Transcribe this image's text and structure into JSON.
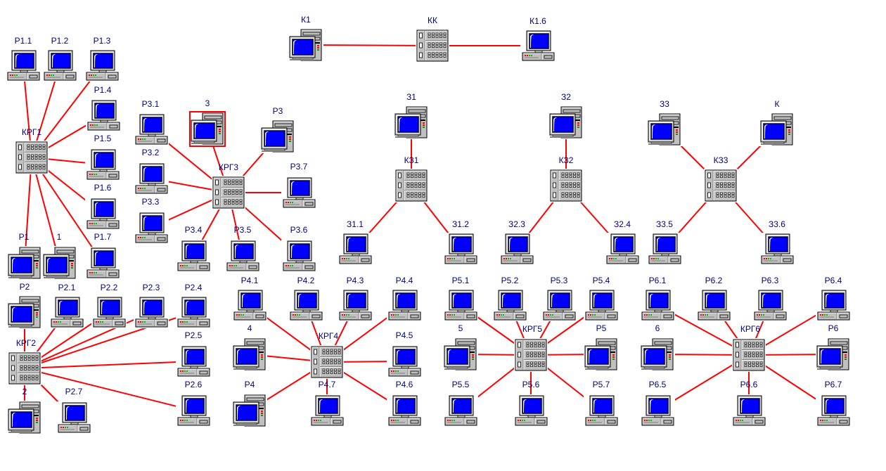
{
  "diagram": {
    "type": "network-topology",
    "link_color": "#ff0000",
    "label_color": "#000080",
    "screen_color": "#0000ff",
    "selection_color": "#ff0000",
    "selected_node": "3",
    "nodes": [
      {
        "id": "K1",
        "label": "К1",
        "kind": "tower"
      },
      {
        "id": "KK",
        "label": "КК",
        "kind": "hub"
      },
      {
        "id": "K1.6",
        "label": "К1.6",
        "kind": "desktop"
      },
      {
        "id": "P1.1",
        "label": "Р1.1",
        "kind": "desktop"
      },
      {
        "id": "P1.2",
        "label": "Р1.2",
        "kind": "desktop"
      },
      {
        "id": "P1.3",
        "label": "Р1.3",
        "kind": "desktop"
      },
      {
        "id": "P1.4",
        "label": "Р1.4",
        "kind": "desktop"
      },
      {
        "id": "P1.5",
        "label": "Р1.5",
        "kind": "desktop"
      },
      {
        "id": "P1.6",
        "label": "Р1.6",
        "kind": "desktop"
      },
      {
        "id": "P1.7",
        "label": "Р1.7",
        "kind": "desktop"
      },
      {
        "id": "KRG1",
        "label": "КРГ1",
        "kind": "hub"
      },
      {
        "id": "P1",
        "label": "Р1",
        "kind": "tower"
      },
      {
        "id": "1",
        "label": "1",
        "kind": "tower"
      },
      {
        "id": "P2",
        "label": "Р2",
        "kind": "tower"
      },
      {
        "id": "P2.1",
        "label": "Р2.1",
        "kind": "desktop"
      },
      {
        "id": "P2.2",
        "label": "Р2.2",
        "kind": "desktop"
      },
      {
        "id": "P2.3",
        "label": "Р2.3",
        "kind": "desktop"
      },
      {
        "id": "P2.4",
        "label": "Р2.4",
        "kind": "desktop"
      },
      {
        "id": "P2.5",
        "label": "Р2.5",
        "kind": "desktop"
      },
      {
        "id": "P2.6",
        "label": "Р2.6",
        "kind": "desktop"
      },
      {
        "id": "P2.7",
        "label": "Р2.7",
        "kind": "desktop"
      },
      {
        "id": "KRG2",
        "label": "КРГ2",
        "kind": "hub"
      },
      {
        "id": "2",
        "label": "2",
        "kind": "tower"
      },
      {
        "id": "P3.1",
        "label": "Р3.1",
        "kind": "desktop"
      },
      {
        "id": "P3.2",
        "label": "Р3.2",
        "kind": "desktop"
      },
      {
        "id": "P3.3",
        "label": "Р3.3",
        "kind": "desktop"
      },
      {
        "id": "P3.4",
        "label": "Р3.4",
        "kind": "desktop"
      },
      {
        "id": "P3.5",
        "label": "Р3.5",
        "kind": "desktop"
      },
      {
        "id": "P3.6",
        "label": "Р3.6",
        "kind": "desktop"
      },
      {
        "id": "P3.7",
        "label": "Р3.7",
        "kind": "desktop"
      },
      {
        "id": "3",
        "label": "3",
        "kind": "tower"
      },
      {
        "id": "P3",
        "label": "Р3",
        "kind": "tower"
      },
      {
        "id": "KRG3",
        "label": "КРГ3",
        "kind": "hub"
      },
      {
        "id": "Z1",
        "label": "З1",
        "kind": "tower"
      },
      {
        "id": "KZ1",
        "label": "КЗ1",
        "kind": "hub"
      },
      {
        "id": "Z1.1",
        "label": "З1.1",
        "kind": "desktop"
      },
      {
        "id": "Z1.2",
        "label": "З1.2",
        "kind": "desktop"
      },
      {
        "id": "Z2",
        "label": "З2",
        "kind": "tower"
      },
      {
        "id": "KZ2",
        "label": "КЗ2",
        "kind": "hub"
      },
      {
        "id": "Z2.3",
        "label": "З2.3",
        "kind": "desktop"
      },
      {
        "id": "Z2.4",
        "label": "З2.4",
        "kind": "desktop"
      },
      {
        "id": "Z3",
        "label": "З3",
        "kind": "tower"
      },
      {
        "id": "K",
        "label": "К",
        "kind": "tower"
      },
      {
        "id": "KZ3",
        "label": "КЗ3",
        "kind": "hub"
      },
      {
        "id": "Z3.5",
        "label": "З3.5",
        "kind": "desktop"
      },
      {
        "id": "Z3.6",
        "label": "З3.6",
        "kind": "desktop"
      },
      {
        "id": "P4.1",
        "label": "Р4.1",
        "kind": "desktop"
      },
      {
        "id": "P4.2",
        "label": "Р4.2",
        "kind": "desktop"
      },
      {
        "id": "P4.3",
        "label": "Р4.3",
        "kind": "desktop"
      },
      {
        "id": "P4.4",
        "label": "Р4.4",
        "kind": "desktop"
      },
      {
        "id": "4",
        "label": "4",
        "kind": "tower"
      },
      {
        "id": "KRG4",
        "label": "КРГ4",
        "kind": "hub"
      },
      {
        "id": "P4.5",
        "label": "Р4.5",
        "kind": "desktop"
      },
      {
        "id": "P4",
        "label": "Р4",
        "kind": "tower"
      },
      {
        "id": "P4.7",
        "label": "Р4.7",
        "kind": "desktop"
      },
      {
        "id": "P4.6",
        "label": "Р4.6",
        "kind": "desktop"
      },
      {
        "id": "P5.1",
        "label": "Р5.1",
        "kind": "desktop"
      },
      {
        "id": "P5.2",
        "label": "Р5.2",
        "kind": "desktop"
      },
      {
        "id": "P5.3",
        "label": "Р5.3",
        "kind": "desktop"
      },
      {
        "id": "P5.4",
        "label": "Р5.4",
        "kind": "desktop"
      },
      {
        "id": "5",
        "label": "5",
        "kind": "tower"
      },
      {
        "id": "KRG5",
        "label": "КРГ5",
        "kind": "hub"
      },
      {
        "id": "P5",
        "label": "Р5",
        "kind": "tower"
      },
      {
        "id": "P5.5",
        "label": "Р5.5",
        "kind": "desktop"
      },
      {
        "id": "P5.6",
        "label": "Р5.6",
        "kind": "desktop"
      },
      {
        "id": "P5.7",
        "label": "Р5.7",
        "kind": "desktop"
      },
      {
        "id": "P6.1",
        "label": "Р6.1",
        "kind": "desktop"
      },
      {
        "id": "P6.2",
        "label": "Р6.2",
        "kind": "desktop"
      },
      {
        "id": "P6.3",
        "label": "Р6.3",
        "kind": "desktop"
      },
      {
        "id": "P6.4",
        "label": "Р6.4",
        "kind": "desktop"
      },
      {
        "id": "6",
        "label": "6",
        "kind": "tower"
      },
      {
        "id": "KRG6",
        "label": "КРГ6",
        "kind": "hub"
      },
      {
        "id": "P6",
        "label": "Р6",
        "kind": "tower"
      },
      {
        "id": "P6.5",
        "label": "Р6.5",
        "kind": "desktop"
      },
      {
        "id": "P6.6",
        "label": "Р6.6",
        "kind": "desktop"
      },
      {
        "id": "P6.7",
        "label": "Р6.7",
        "kind": "desktop"
      }
    ],
    "links": [
      [
        "K1",
        "KK"
      ],
      [
        "KK",
        "K1.6"
      ],
      [
        "KRG1",
        "P1.1"
      ],
      [
        "KRG1",
        "P1.2"
      ],
      [
        "KRG1",
        "P1.3"
      ],
      [
        "KRG1",
        "P1.4"
      ],
      [
        "KRG1",
        "P1.5"
      ],
      [
        "KRG1",
        "P1.6"
      ],
      [
        "KRG1",
        "P1.7"
      ],
      [
        "KRG1",
        "P1"
      ],
      [
        "KRG1",
        "1"
      ],
      [
        "KRG2",
        "P2"
      ],
      [
        "KRG2",
        "P2.1"
      ],
      [
        "KRG2",
        "P2.2"
      ],
      [
        "KRG2",
        "P2.3"
      ],
      [
        "KRG2",
        "P2.4"
      ],
      [
        "KRG2",
        "P2.5"
      ],
      [
        "KRG2",
        "P2.6"
      ],
      [
        "KRG2",
        "P2.7"
      ],
      [
        "KRG2",
        "2"
      ],
      [
        "KRG3",
        "P3.1"
      ],
      [
        "KRG3",
        "P3.2"
      ],
      [
        "KRG3",
        "P3.3"
      ],
      [
        "KRG3",
        "P3.4"
      ],
      [
        "KRG3",
        "P3.5"
      ],
      [
        "KRG3",
        "P3.6"
      ],
      [
        "KRG3",
        "P3.7"
      ],
      [
        "KRG3",
        "3"
      ],
      [
        "KRG3",
        "P3"
      ],
      [
        "KZ1",
        "Z1"
      ],
      [
        "KZ1",
        "Z1.1"
      ],
      [
        "KZ1",
        "Z1.2"
      ],
      [
        "KZ2",
        "Z2"
      ],
      [
        "KZ2",
        "Z2.3"
      ],
      [
        "KZ2",
        "Z2.4"
      ],
      [
        "KZ3",
        "Z3"
      ],
      [
        "KZ3",
        "K"
      ],
      [
        "KZ3",
        "Z3.5"
      ],
      [
        "KZ3",
        "Z3.6"
      ],
      [
        "KRG4",
        "P4.1"
      ],
      [
        "KRG4",
        "P4.2"
      ],
      [
        "KRG4",
        "P4.3"
      ],
      [
        "KRG4",
        "P4.4"
      ],
      [
        "KRG4",
        "4"
      ],
      [
        "KRG4",
        "P4.5"
      ],
      [
        "KRG4",
        "P4"
      ],
      [
        "KRG4",
        "P4.7"
      ],
      [
        "KRG4",
        "P4.6"
      ],
      [
        "KRG5",
        "P5.1"
      ],
      [
        "KRG5",
        "P5.2"
      ],
      [
        "KRG5",
        "P5.3"
      ],
      [
        "KRG5",
        "P5.4"
      ],
      [
        "KRG5",
        "5"
      ],
      [
        "KRG5",
        "P5"
      ],
      [
        "KRG5",
        "P5.5"
      ],
      [
        "KRG5",
        "P5.6"
      ],
      [
        "KRG5",
        "P5.7"
      ],
      [
        "KRG6",
        "P6.1"
      ],
      [
        "KRG6",
        "P6.2"
      ],
      [
        "KRG6",
        "P6.3"
      ],
      [
        "KRG6",
        "P6.4"
      ],
      [
        "KRG6",
        "6"
      ],
      [
        "KRG6",
        "P6"
      ],
      [
        "KRG6",
        "P6.5"
      ],
      [
        "KRG6",
        "P6.6"
      ],
      [
        "KRG6",
        "P6.7"
      ]
    ]
  }
}
